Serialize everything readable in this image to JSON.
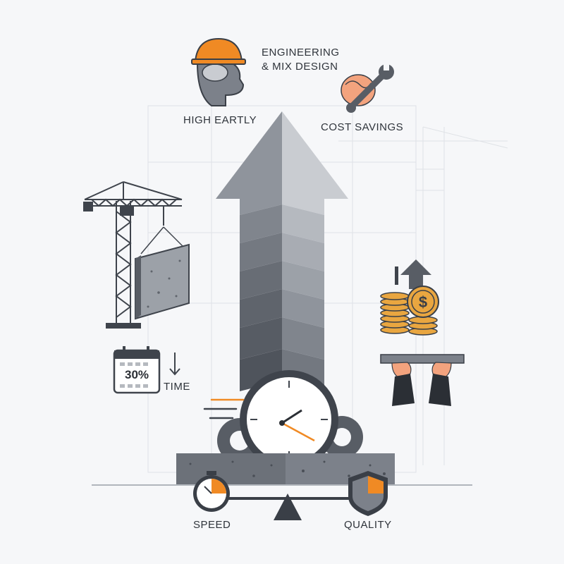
{
  "labels": {
    "engineering_line1": "ENGINEERING",
    "engineering_line2": "& MIX DESIGN",
    "high_early": "HIGH EARTLY",
    "cost_savings": "COST SAVINGS",
    "time": "TIME",
    "speed": "SPEED",
    "quality": "QUALITY"
  },
  "calendar": {
    "percent": "30%"
  },
  "colors": {
    "orange": "#f08a24",
    "gold": "#e9a640",
    "dark": "#3a3f47",
    "concrete": "#7c818a",
    "arrow_light": "#c9ccd1",
    "background": "#f6f7f9"
  },
  "icons": [
    "hard-hat-head-icon",
    "brain-wrench-icon",
    "tower-crane-icon",
    "concrete-slab-icon",
    "calendar-icon",
    "down-arrow-icon",
    "coin-stack-icon",
    "dollar-coin-icon",
    "hands-holding-beam-icon",
    "clock-icon",
    "gear-icon",
    "stopwatch-icon",
    "shield-icon",
    "balance-scale-icon"
  ]
}
